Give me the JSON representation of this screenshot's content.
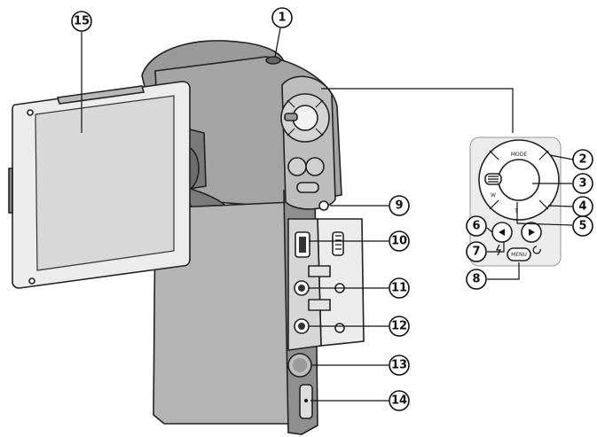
{
  "diagram": {
    "callouts": [
      "1",
      "2",
      "3",
      "4",
      "5",
      "6",
      "7",
      "8",
      "9",
      "10",
      "11",
      "12",
      "13",
      "14",
      "15"
    ],
    "button_labels": {
      "mode": "MODE",
      "menu": "MENU",
      "wide": "W",
      "tele": "T"
    },
    "colors": {
      "body": "#a7a7a7",
      "body_dark": "#6f6f6f",
      "panel": "#ececec",
      "screen": "#d9d9d9",
      "line": "#111111"
    }
  }
}
